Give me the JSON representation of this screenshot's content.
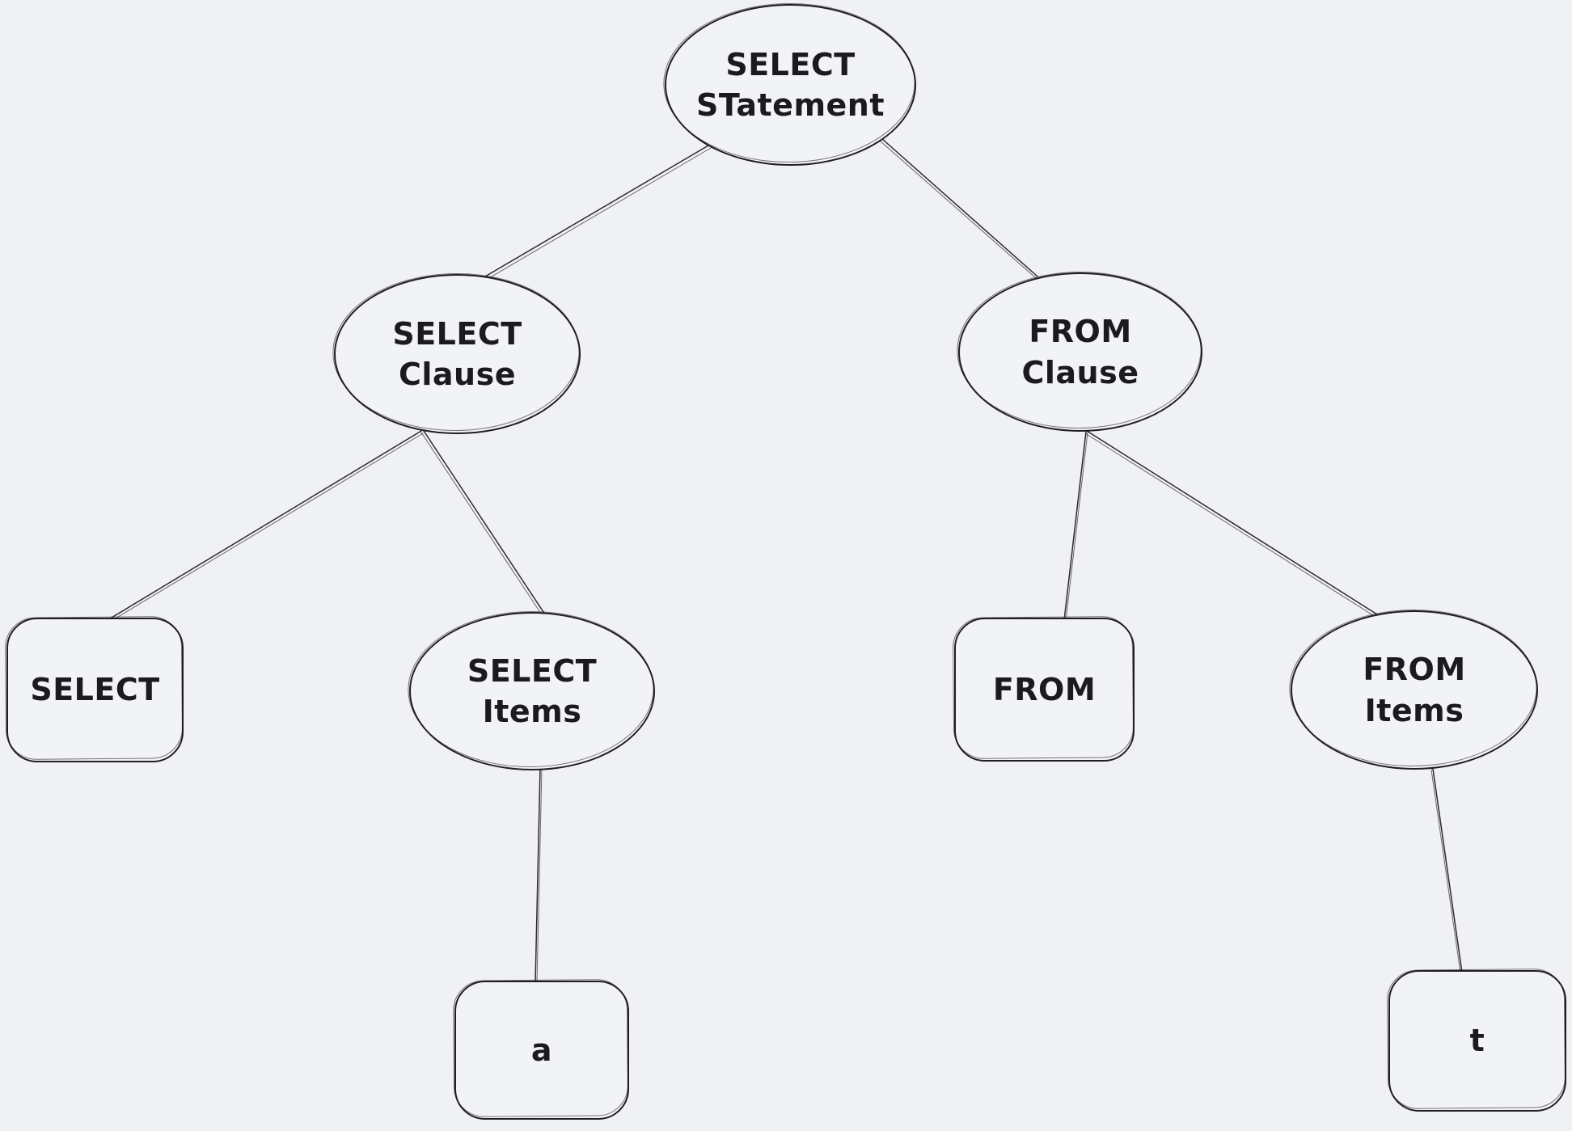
{
  "canvas": {
    "background_color": "#f0f1f4",
    "stroke_color": "#1f1f1f",
    "text_color": "#1b1b1e",
    "style": "hand-drawn whiteboard sketch"
  },
  "diagram": {
    "type": "tree",
    "nodes": {
      "select_statement": {
        "shape": "ellipse",
        "line1": "SELECT",
        "line2": "STatement"
      },
      "select_clause": {
        "shape": "ellipse",
        "line1": "SELECT",
        "line2": "Clause"
      },
      "from_clause": {
        "shape": "ellipse",
        "line1": "FROM",
        "line2": "Clause"
      },
      "select_keyword": {
        "shape": "rectangle",
        "line1": "SELECT"
      },
      "select_items": {
        "shape": "ellipse",
        "line1": "SELECT",
        "line2": "Items"
      },
      "from_keyword": {
        "shape": "rectangle",
        "line1": "FROM"
      },
      "from_items": {
        "shape": "ellipse",
        "line1": "FROM",
        "line2": "Items"
      },
      "item_a": {
        "shape": "rectangle",
        "line1": "a"
      },
      "item_t": {
        "shape": "rectangle",
        "line1": "t"
      }
    },
    "edges": [
      {
        "from": "select_statement",
        "to": "select_clause"
      },
      {
        "from": "select_statement",
        "to": "from_clause"
      },
      {
        "from": "select_clause",
        "to": "select_keyword"
      },
      {
        "from": "select_clause",
        "to": "select_items"
      },
      {
        "from": "from_clause",
        "to": "from_keyword"
      },
      {
        "from": "from_clause",
        "to": "from_items"
      },
      {
        "from": "select_items",
        "to": "item_a"
      },
      {
        "from": "from_items",
        "to": "item_t"
      }
    ]
  }
}
